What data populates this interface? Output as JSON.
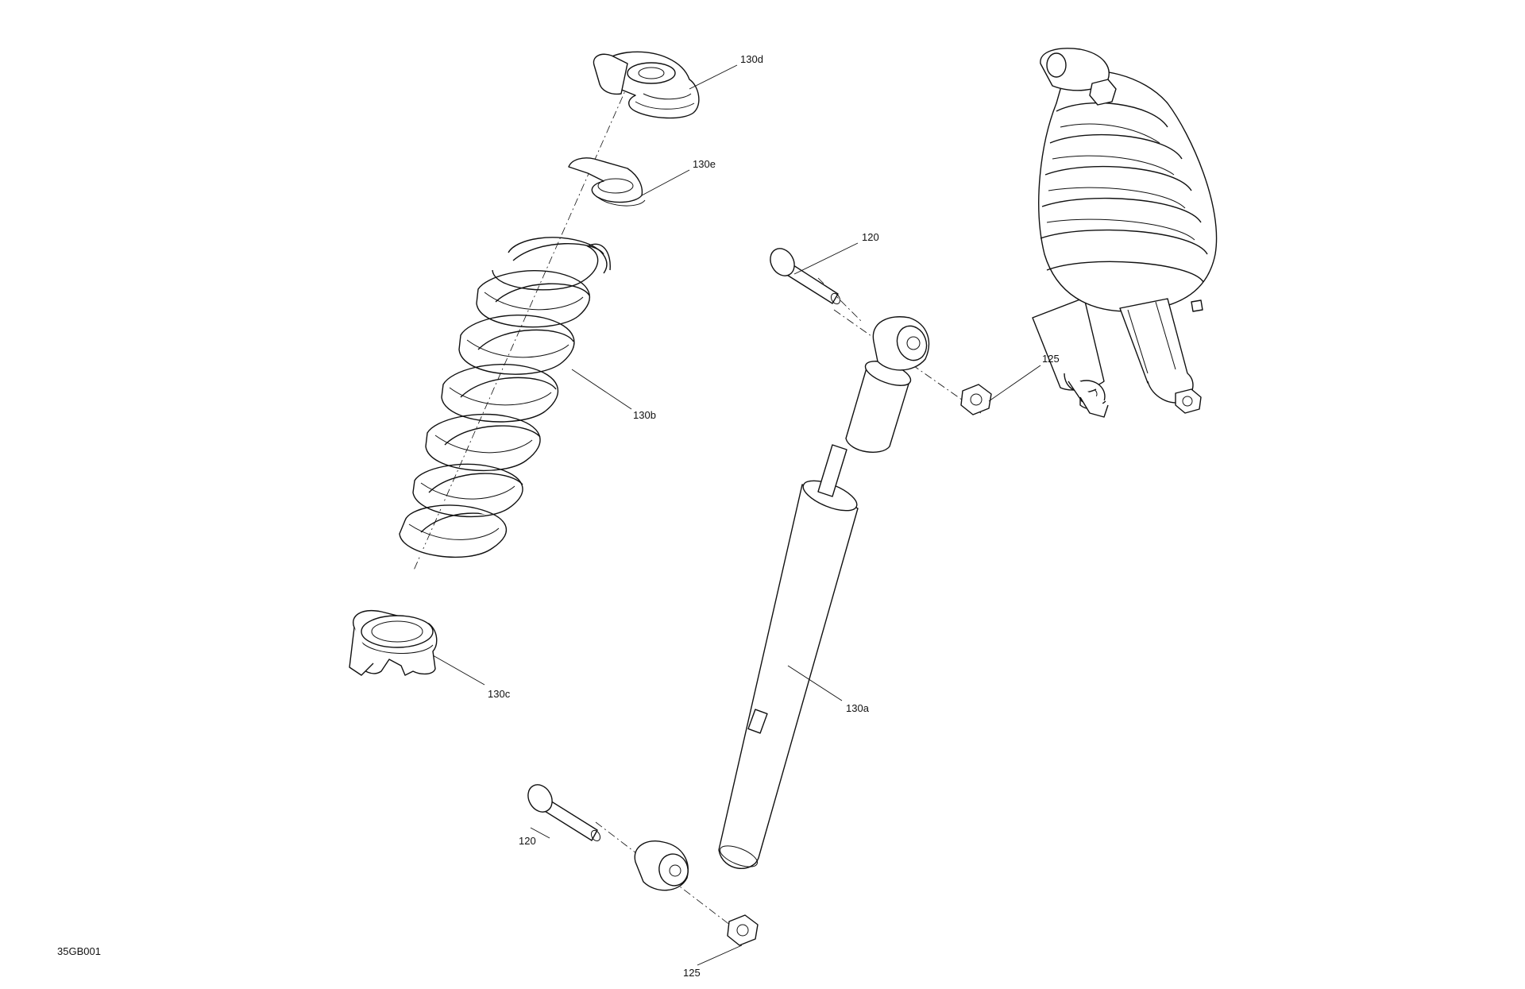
{
  "diagram": {
    "figure_code": "35GB001",
    "callouts": [
      {
        "id": "130d",
        "text": "130d"
      },
      {
        "id": "130e",
        "text": "130e"
      },
      {
        "id": "120-top",
        "text": "120"
      },
      {
        "id": "125-top",
        "text": "125"
      },
      {
        "id": "130b",
        "text": "130b"
      },
      {
        "id": "130c",
        "text": "130c"
      },
      {
        "id": "130a",
        "text": "130a"
      },
      {
        "id": "120-bottom",
        "text": "120"
      },
      {
        "id": "125-bottom",
        "text": "125"
      }
    ]
  }
}
